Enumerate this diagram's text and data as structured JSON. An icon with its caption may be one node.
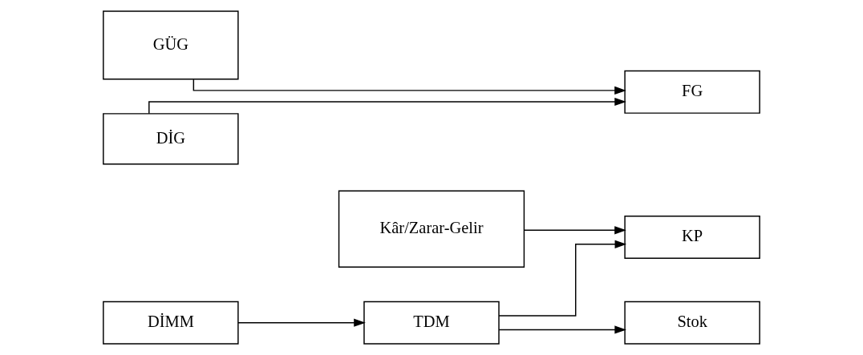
{
  "diagram": {
    "nodes": [
      {
        "text": [
          "Kâr/Zarar-Gelir"
        ]
      },
      {
        "text": [
          "DİMM"
        ]
      },
      {
        "text": [
          "TDM"
        ]
      },
      {
        "text": [
          "KP"
        ]
      },
      {
        "text": [
          "Stok"
        ]
      },
      {
        "text": [
          "GÜG"
        ]
      },
      {
        "text": [
          "DİG"
        ]
      },
      {
        "text": [
          "FG"
        ]
      }
    ],
    "edges": [
      {
        "from": 0,
        "to": 3,
        "arrow": "to"
      },
      {
        "from": 1,
        "to": 2,
        "arrow": "to"
      },
      {
        "from": 2,
        "to": 3,
        "arrow": "to"
      },
      {
        "from": 2,
        "to": 4,
        "arrow": "to"
      },
      {
        "from": 5,
        "to": 7,
        "arrow": "to"
      },
      {
        "from": 6,
        "to": 7,
        "arrow": "to"
      }
    ]
  }
}
